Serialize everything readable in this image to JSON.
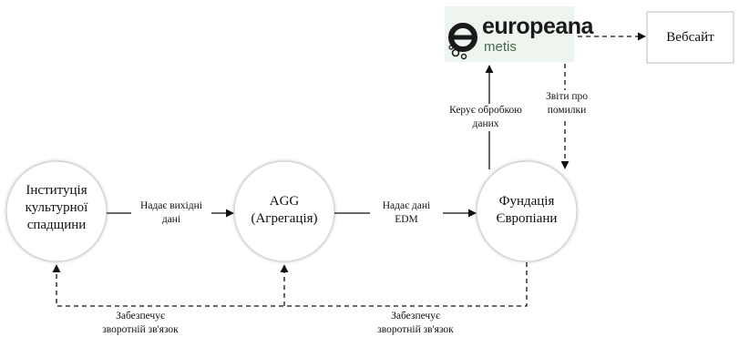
{
  "nodes": {
    "institution": {
      "lines": [
        "Інституція",
        "культурної",
        "спадщини"
      ]
    },
    "agg": {
      "lines": [
        "AGG",
        "(Агрегація)"
      ]
    },
    "foundation": {
      "lines": [
        "Фундація",
        "Європіани"
      ]
    },
    "website": {
      "label": "Вебсайт"
    },
    "metis": {
      "brand_top": "europeana",
      "brand_bottom": "metis"
    }
  },
  "edges": {
    "provides_source": {
      "lines": [
        "Надає вихідні",
        "дані"
      ]
    },
    "provides_edm": {
      "lines": [
        "Надає дані",
        "EDM"
      ]
    },
    "manages_processing": {
      "lines": [
        "Керує обробкою",
        "даних"
      ]
    },
    "error_reports": {
      "lines": [
        "Звіти про",
        "помилки"
      ]
    },
    "feedback_left": {
      "lines": [
        "Забезпечує",
        "зворотній зв'язок"
      ]
    },
    "feedback_right": {
      "lines": [
        "Забезпечує",
        "зворотній зв'язок"
      ]
    }
  },
  "colors": {
    "logo_dark": "#1a1a1a",
    "logo_accent": "#3d8a3d",
    "logo_muted": "#4a6a4a",
    "logo_bg": "#eef4ee"
  }
}
